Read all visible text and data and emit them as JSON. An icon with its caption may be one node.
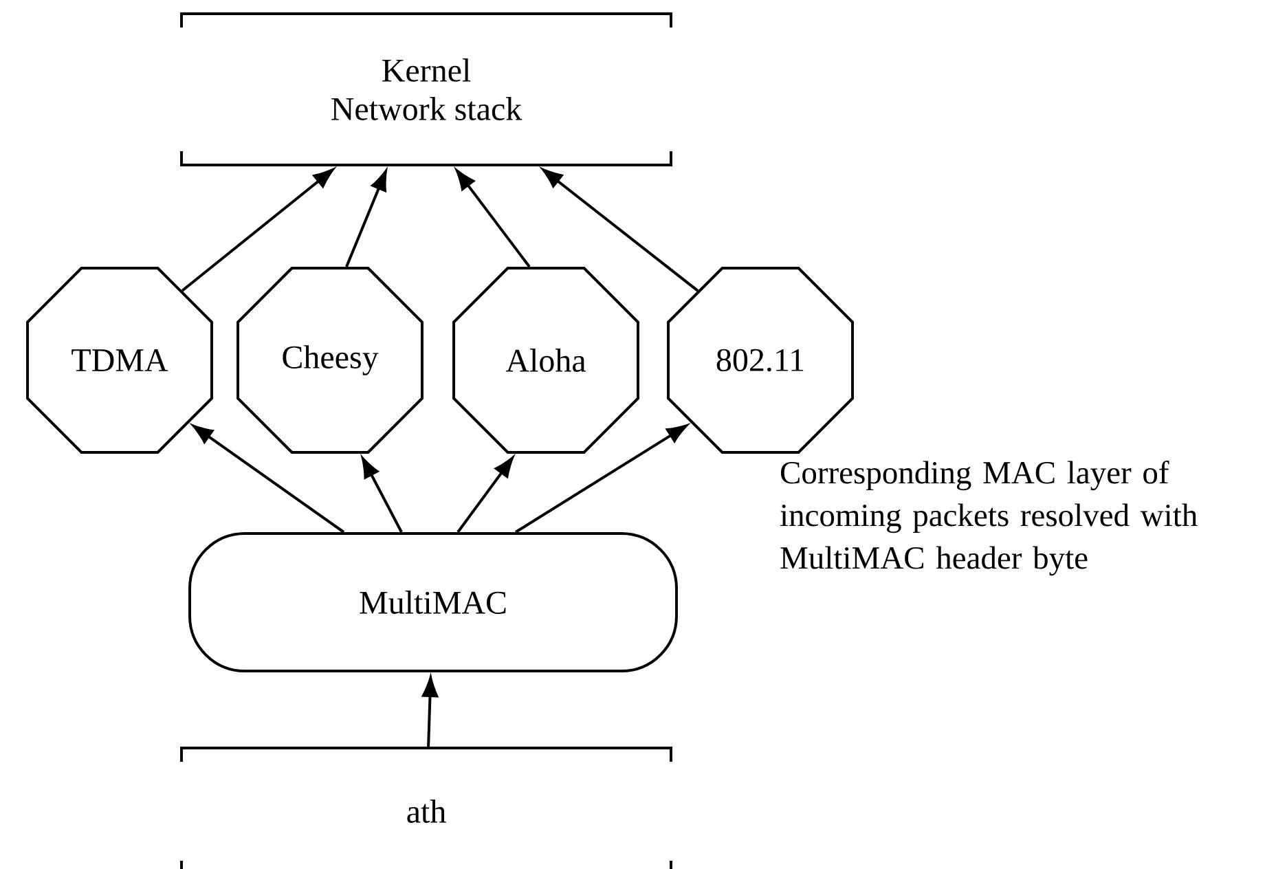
{
  "diagram": {
    "nodes": [
      {
        "text": [
          "Kernel",
          "Network stack"
        ]
      },
      {
        "text": [
          "TDMA"
        ]
      },
      {
        "text": [
          "Cheesy"
        ]
      },
      {
        "text": [
          "Aloha"
        ]
      },
      {
        "text": [
          "802.11"
        ]
      },
      {
        "text": [
          "MultiMAC"
        ]
      },
      {
        "text": [
          "ath"
        ]
      }
    ],
    "edges": [
      {
        "from": 1,
        "to": 0,
        "arrow": "to"
      },
      {
        "from": 2,
        "to": 0,
        "arrow": "to"
      },
      {
        "from": 3,
        "to": 0,
        "arrow": "to"
      },
      {
        "from": 4,
        "to": 0,
        "arrow": "to"
      },
      {
        "from": 5,
        "to": 1,
        "arrow": "to"
      },
      {
        "from": 5,
        "to": 2,
        "arrow": "to"
      },
      {
        "from": 5,
        "to": 3,
        "arrow": "to"
      },
      {
        "from": 5,
        "to": 4,
        "arrow": "to"
      },
      {
        "from": 6,
        "to": 5,
        "arrow": "to"
      }
    ],
    "labels": [
      "Corresponding MAC layer of incoming packets resolved with MultiMAC header byte"
    ]
  }
}
